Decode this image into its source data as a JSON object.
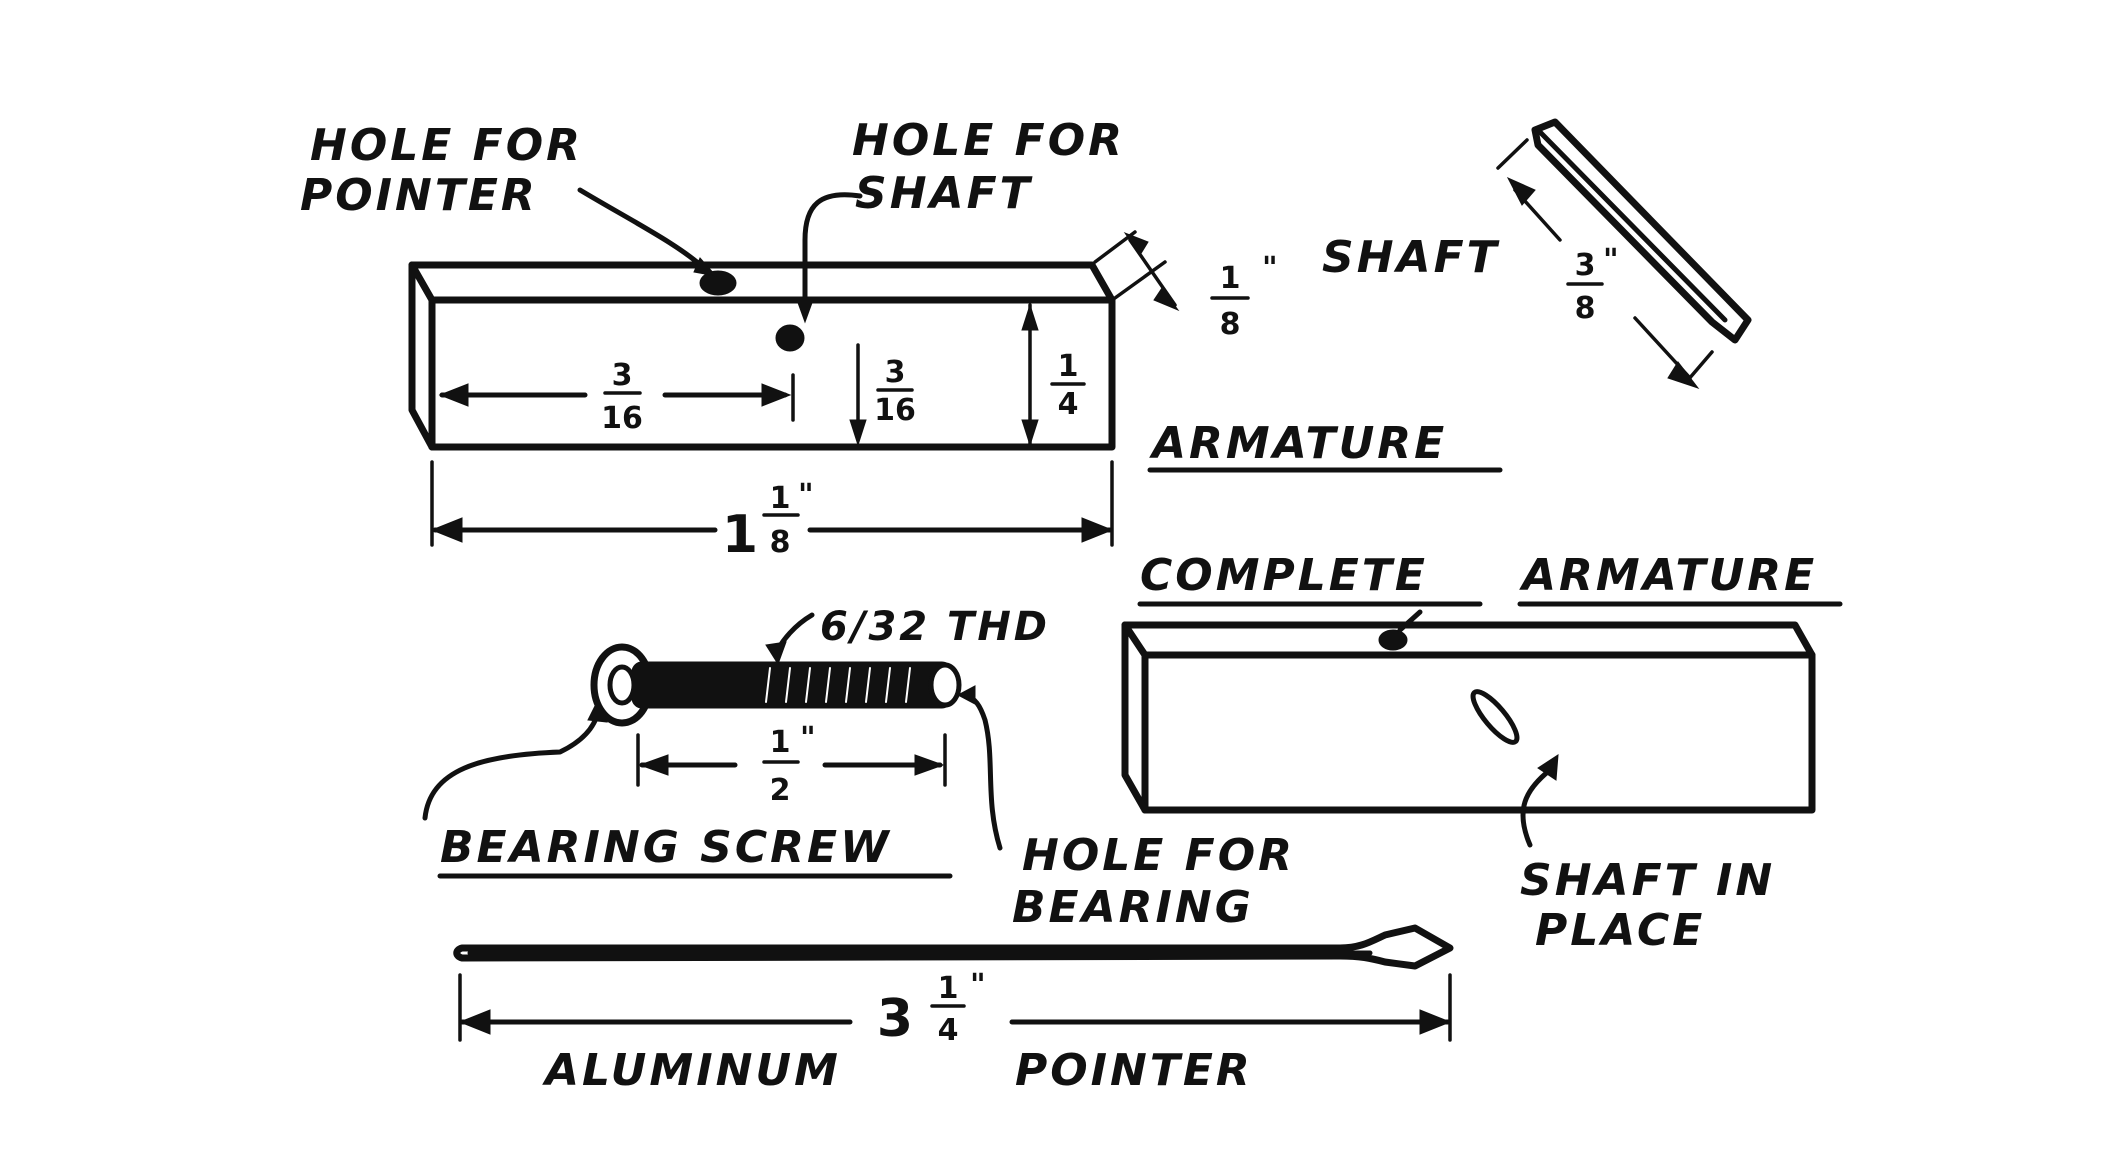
{
  "labels": {
    "hole_for_pointer_1": "HOLE FOR",
    "hole_for_pointer_2": "POINTER",
    "hole_for_shaft_1": "HOLE FOR",
    "hole_for_shaft_2": "SHAFT",
    "shaft": "SHAFT",
    "armature": "ARMATURE",
    "complete_armature_1": "COMPLETE",
    "complete_armature_2": "ARMATURE",
    "thread": "6/32 THD",
    "bearing_screw": "BEARING SCREW",
    "hole_for_bearing_1": "HOLE FOR",
    "hole_for_bearing_2": "BEARING",
    "shaft_in_place_1": "SHAFT IN",
    "shaft_in_place_2": "PLACE",
    "aluminum": "ALUMINUM",
    "pointer": "POINTER"
  },
  "dimensions": {
    "armature_thickness": {
      "num": "1",
      "den": "8",
      "unit": "\""
    },
    "armature_hole_offset": {
      "num": "3",
      "den": "16",
      "unit": "\""
    },
    "armature_hole_height": {
      "num": "3",
      "den": "16",
      "unit": "\""
    },
    "armature_height": {
      "num": "1",
      "den": "4",
      "unit": "\""
    },
    "armature_length": {
      "whole": "1",
      "num": "1",
      "den": "8",
      "unit": "\""
    },
    "shaft_length": {
      "num": "3",
      "den": "8",
      "unit": "\""
    },
    "screw_length": {
      "num": "1",
      "den": "2",
      "unit": "\""
    },
    "pointer_length": {
      "whole": "3",
      "num": "1",
      "den": "4",
      "unit": "\""
    }
  },
  "colors": {
    "ink": "#111111",
    "paper": "#ffffff"
  }
}
